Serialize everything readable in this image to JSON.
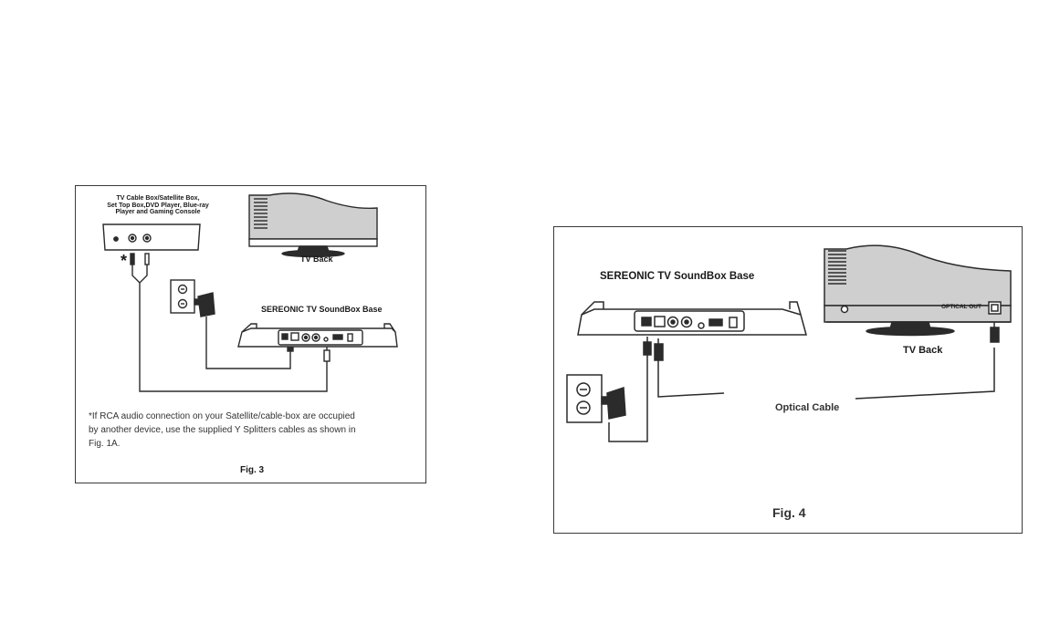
{
  "fig3": {
    "device_label_lines": [
      "TV Cable Box/Satellite Box,",
      "Set Top Box,DVD Player, Blue-ray",
      "Player and Gaming Console"
    ],
    "tv_back_label": "TV Back",
    "soundbox_brand": "SEREONIC",
    "soundbox_rest": " TV SoundBox Base",
    "asterisk": "*",
    "note_lines": [
      "*If RCA audio connection on your Satellite/cable-box are occupied",
      "by another device, use the supplied Y Splitters cables as shown in",
      "Fig. 1A."
    ],
    "caption": "Fig. 3"
  },
  "fig4": {
    "soundbox_label": "SEREONIC TV SoundBox Base",
    "optical_out_label": "OPTICAL OUT",
    "tv_back_label": "TV Back",
    "optical_cable_label": "Optical Cable",
    "caption": "Fig. 4"
  },
  "colors": {
    "line": "#2b2b2b",
    "fill_gray": "#cfcfcf",
    "stripe": "#8a8a8a"
  }
}
